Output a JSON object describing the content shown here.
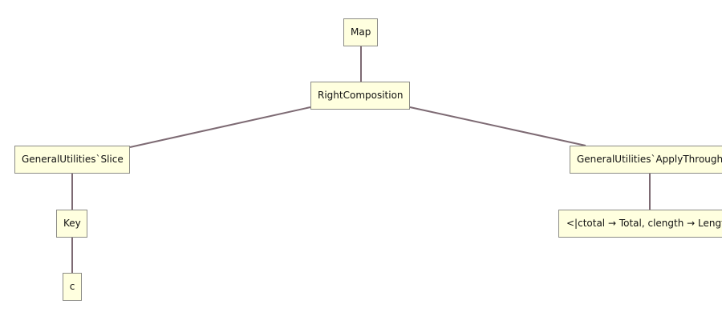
{
  "tree": {
    "root": "Map",
    "composition": "RightComposition",
    "slice": "GeneralUtilities`Slice",
    "apply_through": "GeneralUtilities`ApplyThrough",
    "key": "Key",
    "key_arg": "c",
    "association": "<|ctotal → Total, clength → Length|>"
  },
  "colors": {
    "node_fill": "#ffffdf",
    "node_border": "#8c8c86",
    "edge": "#7d6a73"
  }
}
